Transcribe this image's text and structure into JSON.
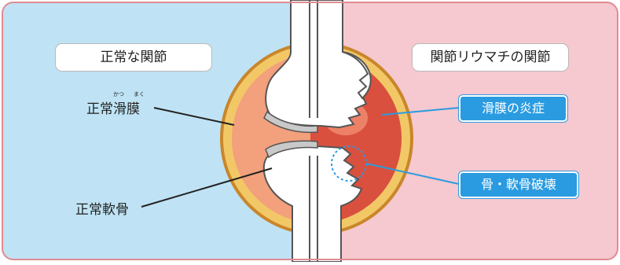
{
  "left_panel": {
    "title": "正常な関節",
    "labels": {
      "synovium": "正常滑膜",
      "synovium_ruby_1": "かつ",
      "synovium_ruby_2": "まく",
      "cartilage": "正常軟骨"
    }
  },
  "right_panel": {
    "title": "関節リウマチの関節",
    "labels": {
      "inflammation": "滑膜の炎症",
      "destruction": "骨・軟骨破壊"
    }
  },
  "colors": {
    "left_bg": "#bfe3f4",
    "right_bg": "#f6c8cf",
    "frame": "#e08b93",
    "capsule_outer": "#c9862b",
    "capsule_ring": "#f2c867",
    "normal_fill": "#f3a07c",
    "inflamed_fill": "#d9503f",
    "bone": "#ffffff",
    "cartilage": "#c9c9c9",
    "badge": "#2a9be0"
  }
}
